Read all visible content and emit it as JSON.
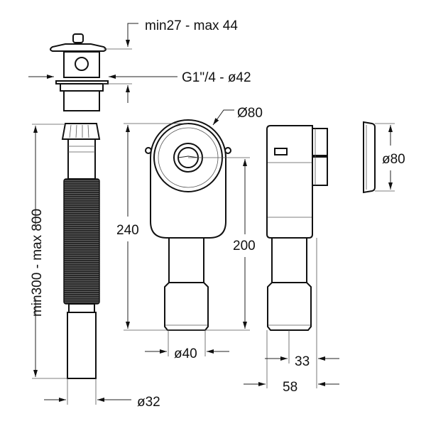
{
  "drawing": {
    "waste_height": "min27 - max 44",
    "waste_thread": "G1\"/4 - ø42",
    "hose_length": "min300 - max 800",
    "hose_diameter": "ø32",
    "siphon_cover_diameter": "Ø80",
    "siphon_height": "240",
    "siphon_outlet_height": "200",
    "outlet_diameter": "ø40",
    "depth_inner": "33",
    "depth_total": "58",
    "cover_diameter": "ø80"
  },
  "colors": {
    "line": "#111111",
    "hose": "#2a2a2a",
    "background": "#ffffff"
  }
}
